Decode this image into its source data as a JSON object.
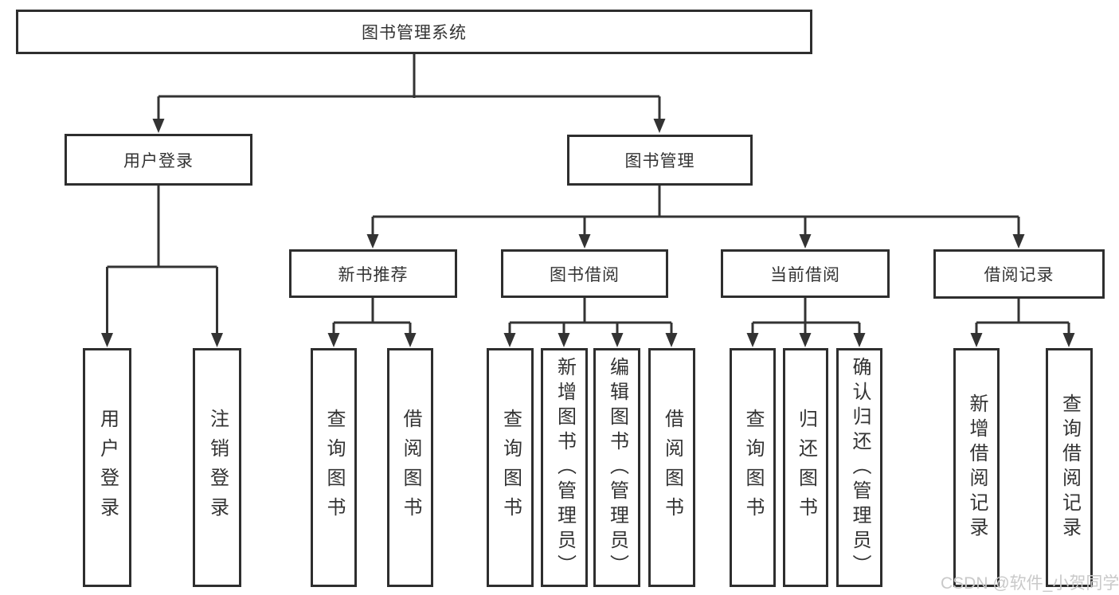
{
  "tree": {
    "label": "图书管理系统",
    "children": [
      {
        "label": "用户登录",
        "children": [
          {
            "label": "用户登录"
          },
          {
            "label": "注销登录"
          }
        ]
      },
      {
        "label": "图书管理",
        "children": [
          {
            "label": "新书推荐",
            "children": [
              {
                "label": "查询图书"
              },
              {
                "label": "借阅图书"
              }
            ]
          },
          {
            "label": "图书借阅",
            "children": [
              {
                "label": "查询图书"
              },
              {
                "label": "新增图书（管理员）"
              },
              {
                "label": "编辑图书（管理员）"
              },
              {
                "label": "借阅图书"
              }
            ]
          },
          {
            "label": "当前借阅",
            "children": [
              {
                "label": "查询图书"
              },
              {
                "label": "归还图书"
              },
              {
                "label": "确认归还（管理员）"
              }
            ]
          },
          {
            "label": "借阅记录",
            "children": [
              {
                "label": "新增借阅记录"
              },
              {
                "label": "查询借阅记录"
              }
            ]
          }
        ]
      }
    ]
  },
  "watermark": {
    "text": "CSDN @软件_小贺同学",
    "color": "#c9c9c9"
  },
  "colors": {
    "line": "#333333",
    "box_border": "#2e2e2e",
    "text": "#333333",
    "background": "#ffffff"
  }
}
